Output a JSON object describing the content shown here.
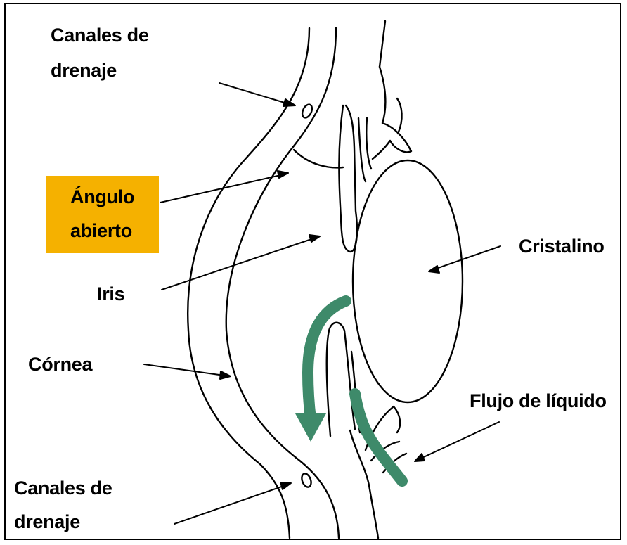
{
  "labels": {
    "canales_top": [
      "Canales de",
      "drenaje"
    ],
    "angulo": [
      "Ángulo",
      "abierto"
    ],
    "iris": "Iris",
    "cornea": "Córnea",
    "canales_bottom": [
      "Canales de",
      "drenaje"
    ],
    "cristalino": "Cristalino",
    "flujo": "Flujo de líquido"
  },
  "colors": {
    "highlight": "#f5b100",
    "flow_arrow": "#3e8a6a",
    "line": "#000000"
  }
}
